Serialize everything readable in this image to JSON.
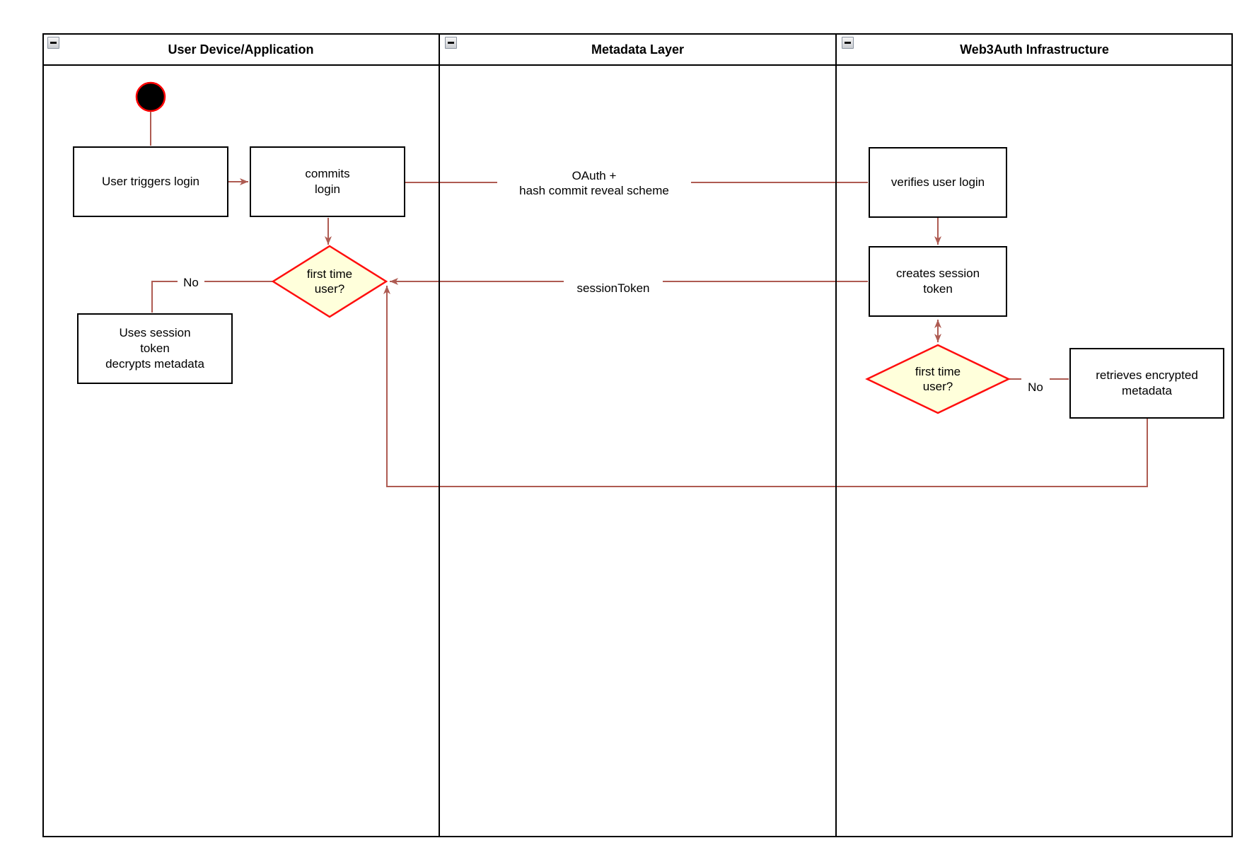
{
  "lanes": {
    "lane1_title": "User Device/Application",
    "lane2_title": "Metadata Layer",
    "lane3_title": "Web3Auth Infrastructure"
  },
  "nodes": {
    "user_triggers_login": "User triggers login",
    "commits_login": "commits\nlogin",
    "uses_session_token": "Uses session\ntoken\ndecrypts metadata",
    "first_time_user_left": "first time\nuser?",
    "verifies_user_login": "verifies user login",
    "creates_session_token": "creates session\ntoken",
    "first_time_user_right": "first time\nuser?",
    "retrieves_encrypted_metadata": "retrieves encrypted\nmetadata"
  },
  "edge_labels": {
    "oauth": "OAuth +\nhash commit reveal scheme",
    "session_token": "sessionToken",
    "no_left": "No",
    "no_right": "No"
  },
  "icons": {
    "collapse": "minus"
  },
  "colors": {
    "connector": "#AE5B52",
    "decision_border": "#FF0E0E",
    "decision_fill": "#FFFFDB",
    "node_border": "#000000",
    "node_fill": "#FFFFFF",
    "start_node_fill": "#000000",
    "start_node_ring": "#FF0000"
  }
}
